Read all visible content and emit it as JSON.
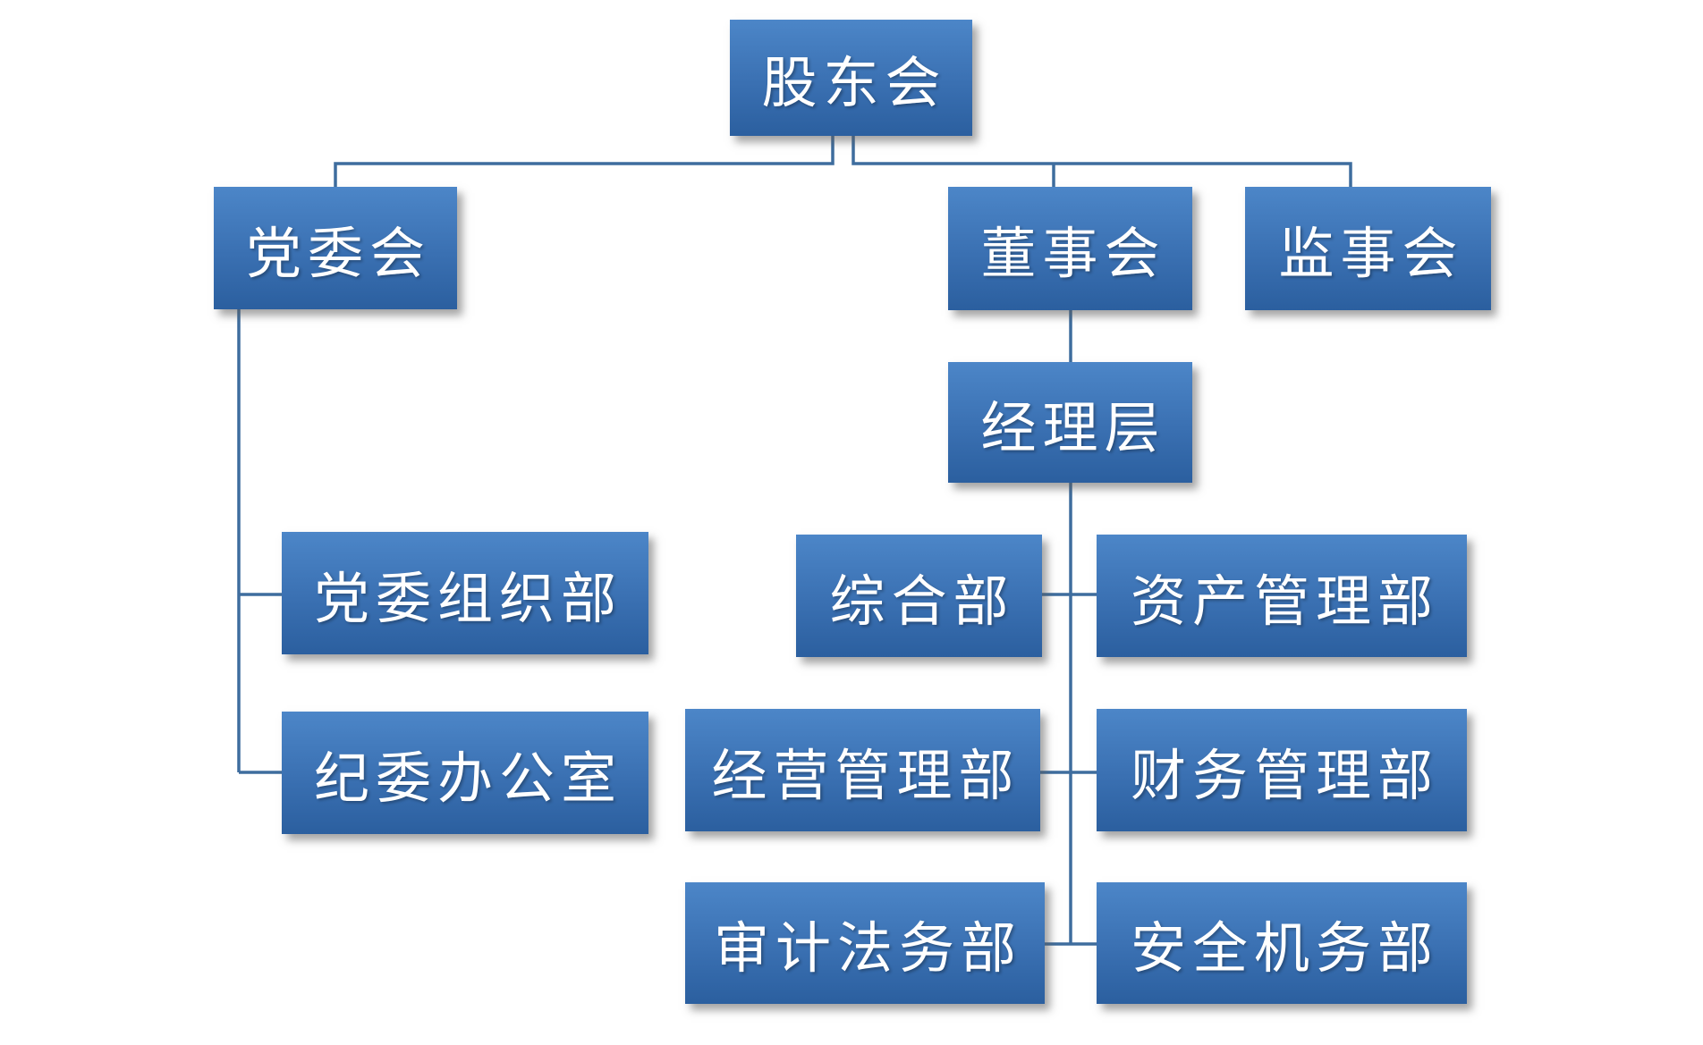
{
  "diagram": {
    "type": "org-chart",
    "background": "#FFFFFF",
    "colors": {
      "box_gradient_top": "#4C86C8",
      "box_gradient_bottom": "#2B5F9F",
      "connector": "#3E6D9E",
      "text": "#FFFFFF"
    },
    "nodes": [
      {
        "id": "shareholders",
        "label": "股东会",
        "level": 1,
        "parent": null
      },
      {
        "id": "party-committee",
        "label": "党委会",
        "level": 2,
        "parent": "shareholders"
      },
      {
        "id": "board-of-directors",
        "label": "董事会",
        "level": 2,
        "parent": "shareholders"
      },
      {
        "id": "supervisory-board",
        "label": "监事会",
        "level": 2,
        "parent": "shareholders"
      },
      {
        "id": "management",
        "label": "经理层",
        "level": 3,
        "parent": "board-of-directors"
      },
      {
        "id": "party-org-dept",
        "label": "党委组织部",
        "level": 4,
        "parent": "party-committee"
      },
      {
        "id": "general-dept",
        "label": "综合部",
        "level": 4,
        "parent": "management"
      },
      {
        "id": "asset-mgmt-dept",
        "label": "资产管理部",
        "level": 4,
        "parent": "management"
      },
      {
        "id": "discipline-office",
        "label": "纪委办公室",
        "level": 4,
        "parent": "party-committee"
      },
      {
        "id": "operations-mgmt-dept",
        "label": "经营管理部",
        "level": 4,
        "parent": "management"
      },
      {
        "id": "finance-mgmt-dept",
        "label": "财务管理部",
        "level": 4,
        "parent": "management"
      },
      {
        "id": "audit-legal-dept",
        "label": "审计法务部",
        "level": 4,
        "parent": "management"
      },
      {
        "id": "safety-mech-dept",
        "label": "安全机务部",
        "level": 4,
        "parent": "management"
      }
    ]
  }
}
